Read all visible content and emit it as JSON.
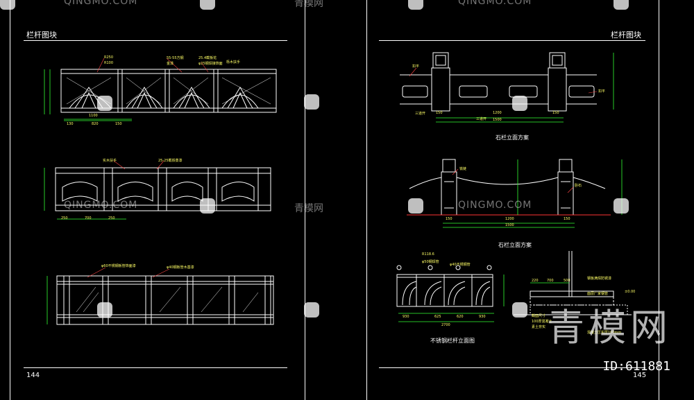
{
  "left_page": {
    "title": "栏杆图块",
    "page_number": "144"
  },
  "right_page": {
    "title": "栏杆图块",
    "page_number": "145"
  },
  "captions": {
    "stone_front": "石栏立面方案",
    "stone_front2": "石栏立面方案",
    "steel_front": "不锈钢栏杆立面图"
  },
  "annotations": {
    "r250": "R250",
    "r100": "R100",
    "sq": "55-55方钢",
    "flower": "25.4截板花",
    "mesh": "金漆",
    "rod": "φ25钢焊接饰面",
    "wood_rail": "栎木扶手",
    "wood_rail2": "实木扶手",
    "iron": "25-25截铁蒸漆",
    "glass1": "φ60不锈钢板管饰面漆",
    "glass2": "φ40钢板管木基漆",
    "stone_cap": "扣平",
    "stone_s1": "三道开",
    "stone_s2": "三道开",
    "stone_r": "扣平",
    "chain": "铁链",
    "stone_b": "卧石",
    "ss_r": "R118.6",
    "ss_1": "φ50钢焊管",
    "ss_2": "φ40不锈钢管",
    "sec_1": "钢板满焊防锈漆",
    "sec_2": "面层厂家钢管",
    "sec_3": "截面尺寸",
    "sec_4": "素土夯实",
    "sec_5": "混凝土压实厚100mm",
    "sec_6": "100厚混凝土",
    "lv": "±0.00"
  },
  "dimensions": {
    "l1_a": "1100",
    "l1_b": "130",
    "l1_c": "820",
    "l1_d": "150",
    "l2_a": "250",
    "l2_b": "700",
    "l2_c": "250",
    "r1_a": "150",
    "r1_b": "1200",
    "r1_c": "150",
    "r1_d": "1500",
    "r2_a": "150",
    "r2_b": "1200",
    "r2_c": "150",
    "r2_d": "1500",
    "r3_a": "930",
    "r3_b": "625",
    "r3_c": "620",
    "r3_d": "930",
    "r3_e": "2700",
    "s_a": "220",
    "s_b": "700",
    "s_c": "500"
  },
  "watermarks": {
    "latin": "QINGMO.COM",
    "cn": "青模网",
    "big": "青模网",
    "id": "ID:611881"
  }
}
